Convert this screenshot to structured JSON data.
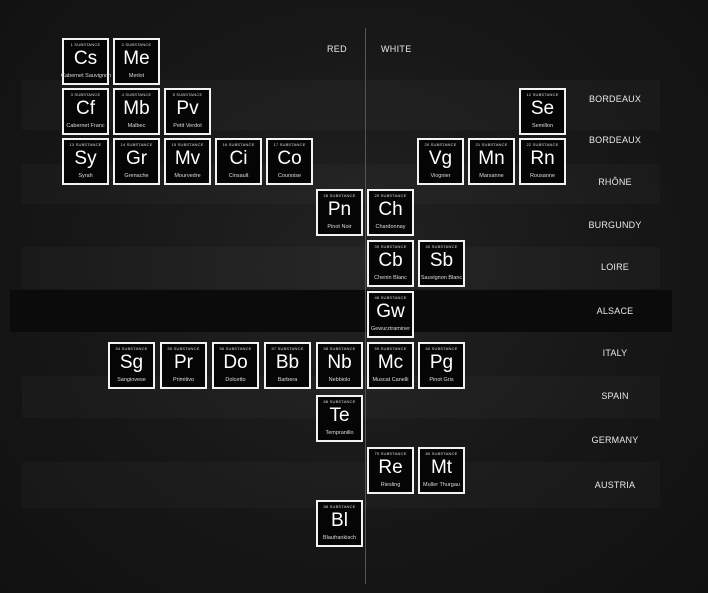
{
  "columns": {
    "red": "RED",
    "white": "WHITE"
  },
  "regions": [
    "BORDEAUX",
    "BORDEAUX",
    "RHÔNE",
    "BURGUNDY",
    "LOIRE",
    "ALSACE",
    "ITALY",
    "SPAIN",
    "GERMANY",
    "AUSTRIA"
  ],
  "elements": [
    {
      "num": "1",
      "sub": "SUBSTANCE",
      "sym": "Cs",
      "name": "Cabernet Sauvignon"
    },
    {
      "num": "2",
      "sub": "SUBSTANCE",
      "sym": "Me",
      "name": "Merlot"
    },
    {
      "num": "3",
      "sub": "SUBSTANCE",
      "sym": "Cf",
      "name": "Cabernet Franc"
    },
    {
      "num": "4",
      "sub": "SUBSTANCE",
      "sym": "Mb",
      "name": "Malbec"
    },
    {
      "num": "5",
      "sub": "SUBSTANCE",
      "sym": "Pv",
      "name": "Petit Verdot"
    },
    {
      "num": "12",
      "sub": "SUBSTANCE",
      "sym": "Se",
      "name": "Semillon"
    },
    {
      "num": "13",
      "sub": "SUBSTANCE",
      "sym": "Sy",
      "name": "Syrah"
    },
    {
      "num": "14",
      "sub": "SUBSTANCE",
      "sym": "Gr",
      "name": "Grenache"
    },
    {
      "num": "15",
      "sub": "SUBSTANCE",
      "sym": "Mv",
      "name": "Mourvedre"
    },
    {
      "num": "16",
      "sub": "SUBSTANCE",
      "sym": "Ci",
      "name": "Cinsault"
    },
    {
      "num": "17",
      "sub": "SUBSTANCE",
      "sym": "Co",
      "name": "Counoise"
    },
    {
      "num": "20",
      "sub": "SUBSTANCE",
      "sym": "Vg",
      "name": "Viognier"
    },
    {
      "num": "21",
      "sub": "SUBSTANCE",
      "sym": "Mn",
      "name": "Marsanne"
    },
    {
      "num": "22",
      "sub": "SUBSTANCE",
      "sym": "Rn",
      "name": "Rousanne"
    },
    {
      "num": "28",
      "sub": "SUBSTANCE",
      "sym": "Pn",
      "name": "Pinot Noir"
    },
    {
      "num": "29",
      "sub": "SUBSTANCE",
      "sym": "Ch",
      "name": "Chardonnay"
    },
    {
      "num": "39",
      "sub": "SUBSTANCE",
      "sym": "Cb",
      "name": "Chenin Blanc"
    },
    {
      "num": "40",
      "sub": "SUBSTANCE",
      "sym": "Sb",
      "name": "Sauvignon Blanc"
    },
    {
      "num": "48",
      "sub": "SUBSTANCE",
      "sym": "Gw",
      "name": "Gewurztraminer"
    },
    {
      "num": "54",
      "sub": "SUBSTANCE",
      "sym": "Sg",
      "name": "Sangiovese"
    },
    {
      "num": "55",
      "sub": "SUBSTANCE",
      "sym": "Pr",
      "name": "Primitivo"
    },
    {
      "num": "56",
      "sub": "SUBSTANCE",
      "sym": "Do",
      "name": "Dolcetto"
    },
    {
      "num": "57",
      "sub": "SUBSTANCE",
      "sym": "Bb",
      "name": "Barbera"
    },
    {
      "num": "58",
      "sub": "SUBSTANCE",
      "sym": "Nb",
      "name": "Nebbiolo"
    },
    {
      "num": "59",
      "sub": "SUBSTANCE",
      "sym": "Mc",
      "name": "Muscat Canelli"
    },
    {
      "num": "60",
      "sub": "SUBSTANCE",
      "sym": "Pg",
      "name": "Pinot Gris"
    },
    {
      "num": "68",
      "sub": "SUBSTANCE",
      "sym": "Te",
      "name": "Tempranillo"
    },
    {
      "num": "79",
      "sub": "SUBSTANCE",
      "sym": "Re",
      "name": "Riesling"
    },
    {
      "num": "80",
      "sub": "SUBSTANCE",
      "sym": "Mt",
      "name": "Muller Thurgau"
    },
    {
      "num": "88",
      "sub": "SUBSTANCE",
      "sym": "Bl",
      "name": "Blaufrankisch"
    }
  ]
}
